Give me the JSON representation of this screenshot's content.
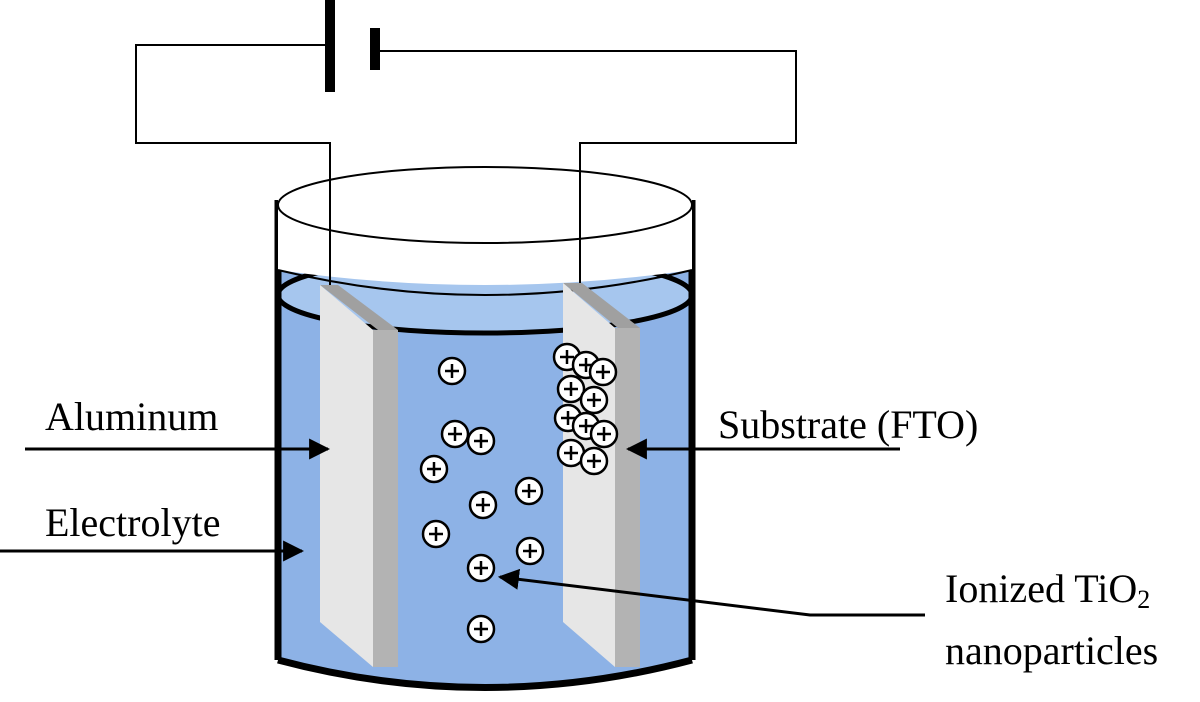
{
  "labels": {
    "aluminum": "Aluminum",
    "electrolyte": "Electrolyte",
    "substrate": "Substrate (FTO)",
    "ionized_prefix": "Ionized TiO",
    "ionized_subscript": "2",
    "nanoparticles": "nanoparticles"
  },
  "particle_symbol": "+",
  "colors": {
    "electrolyte": "#8db2e6",
    "electrolyte_surface": "#a6c6ee",
    "electrode_face": "#e6e6e6",
    "electrode_edge": "#b3b3b3",
    "outline": "#000000"
  }
}
